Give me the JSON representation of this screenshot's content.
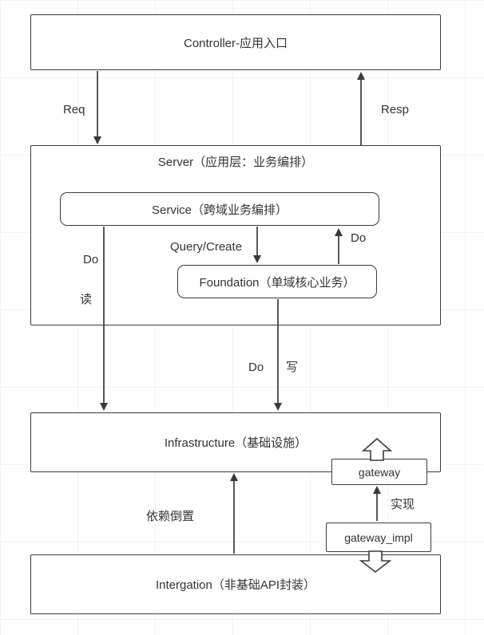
{
  "nodes": {
    "controller": "Controller-应用入口",
    "server": "Server（应用层：业务编排）",
    "service": "Service（跨域业务编排）",
    "foundation": "Foundation（单域核心业务）",
    "infrastructure": "Infrastructure（基础设施）",
    "gateway": "gateway",
    "gateway_impl": "gateway_impl",
    "integration": "Intergation（非基础API封装）"
  },
  "labels": {
    "req": "Req",
    "resp": "Resp",
    "query_create": "Query/Create",
    "do_up": "Do",
    "do_read": "Do",
    "read": "读",
    "do_write": "Do",
    "write": "写",
    "dependency_inversion": "依赖倒置",
    "implement": "实现"
  },
  "colors": {
    "line": "#3a3a3a",
    "border": "#3c3c3c",
    "text": "#333333",
    "background": "#ffffff"
  }
}
